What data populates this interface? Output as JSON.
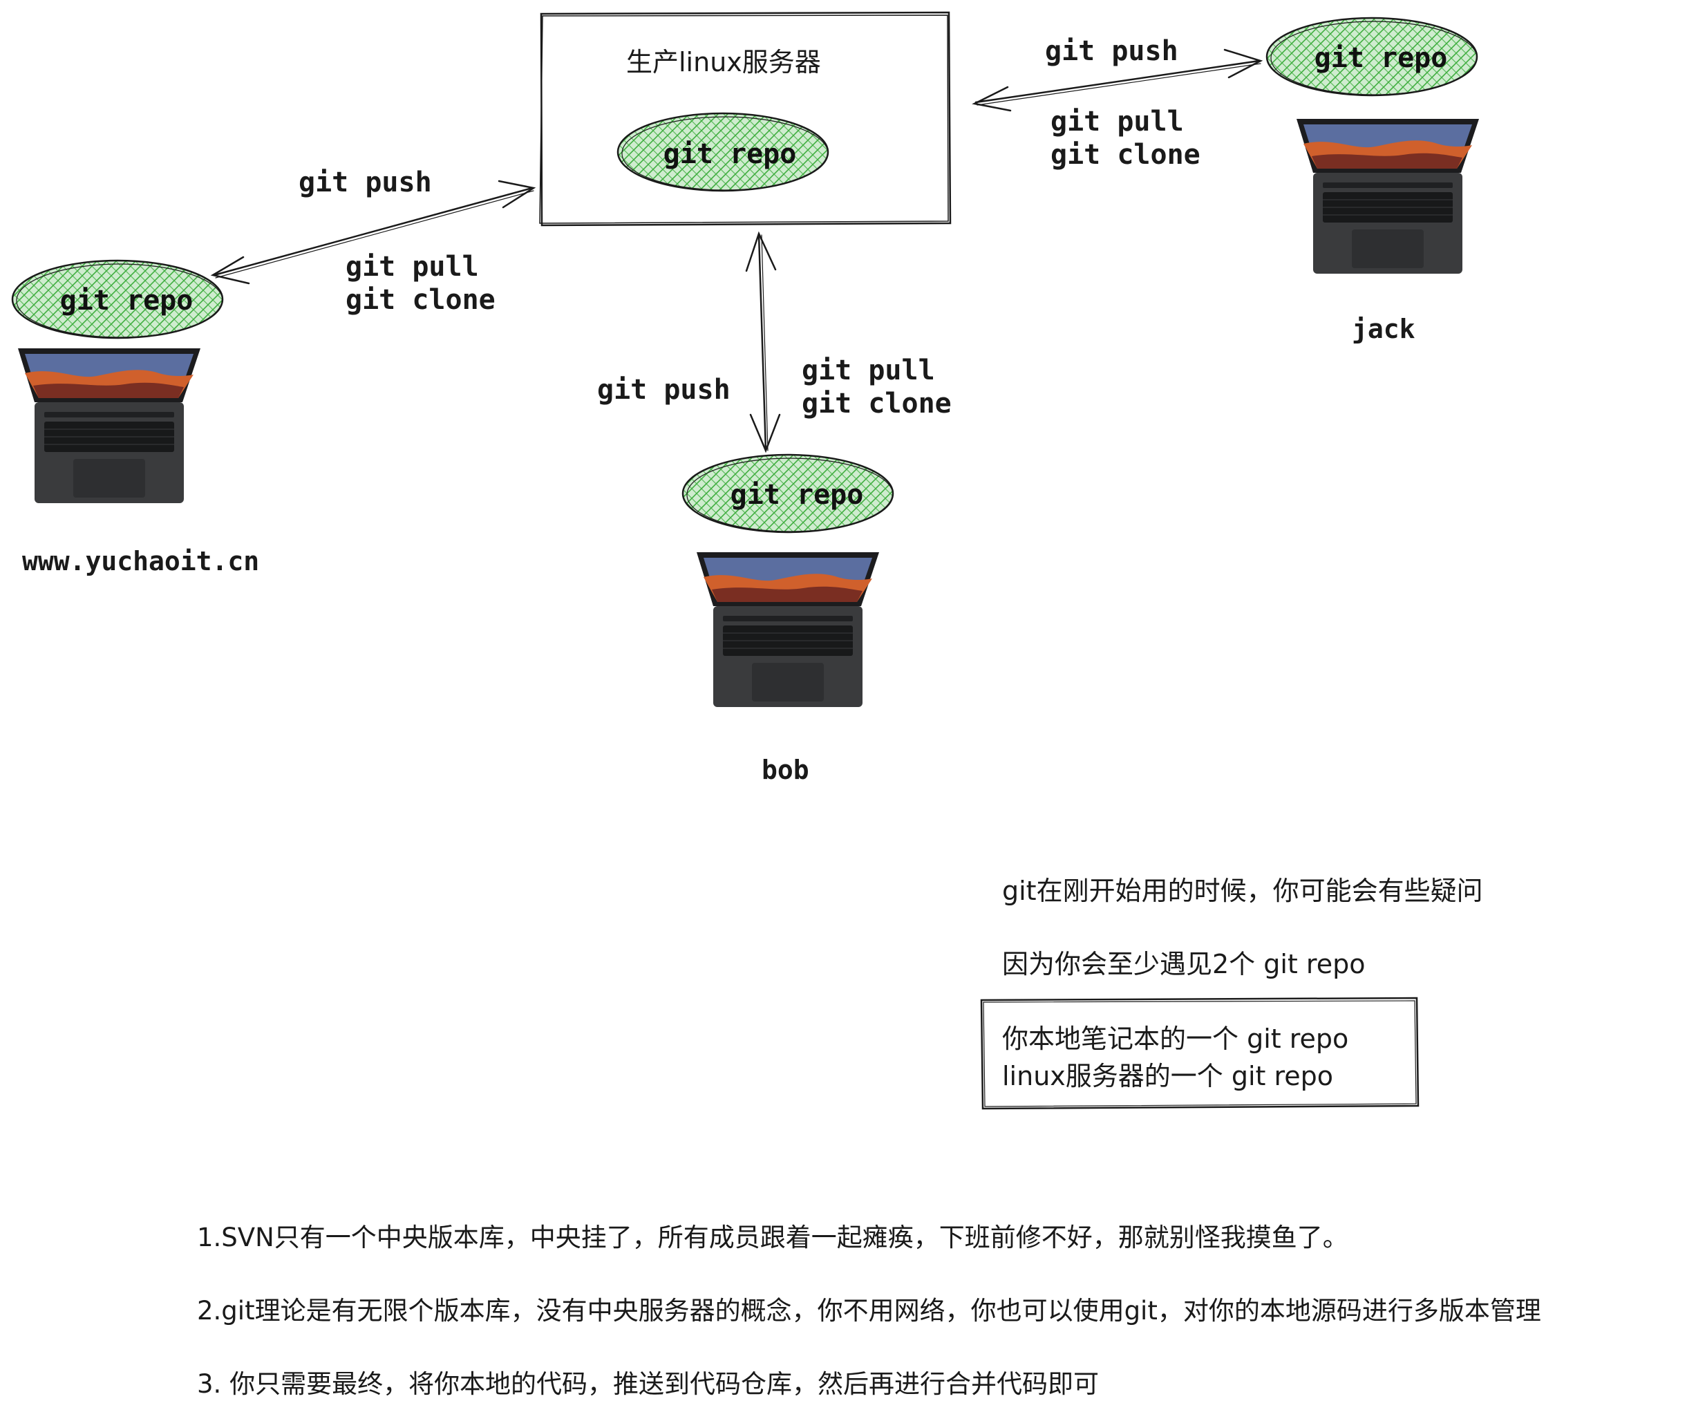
{
  "colors": {
    "repo_fill": "#cfeccf",
    "repo_hatch": "#3fae3f",
    "stroke": "#1a1a1a",
    "laptop_body": "#3a3b3d",
    "screen_sky": "#5b6ea0",
    "screen_sunset": "#d0602c"
  },
  "server": {
    "title": "生产linux服务器",
    "repo_label": "git repo"
  },
  "nodes": {
    "left": {
      "repo_label": "git repo",
      "name": "www.yuchaoit.cn"
    },
    "bottom": {
      "repo_label": "git repo",
      "name": "bob"
    },
    "right": {
      "repo_label": "git repo",
      "name": "jack"
    }
  },
  "edges": {
    "left": {
      "push": "git push",
      "pull": "git pull",
      "clone": "git clone"
    },
    "bottom": {
      "push": "git push",
      "pull": "git pull",
      "clone": "git clone"
    },
    "right": {
      "push": "git push",
      "pull": "git pull",
      "clone": "git clone"
    }
  },
  "note": {
    "line1": "git在刚开始用的时候，你可能会有些疑问",
    "line2": "因为你会至少遇见2个 git repo",
    "box_line1": "你本地笔记本的一个 git repo",
    "box_line2": "linux服务器的一个 git repo"
  },
  "bullets": [
    "1.SVN只有一个中央版本库，中央挂了，所有成员跟着一起瘫痪，下班前修不好，那就别怪我摸鱼了。",
    "2.git理论是有无限个版本库，没有中央服务器的概念，你不用网络，你也可以使用git，对你的本地源码进行多版本管理",
    "3. 你只需要最终，将你本地的代码，推送到代码仓库，然后再进行合并代码即可"
  ]
}
